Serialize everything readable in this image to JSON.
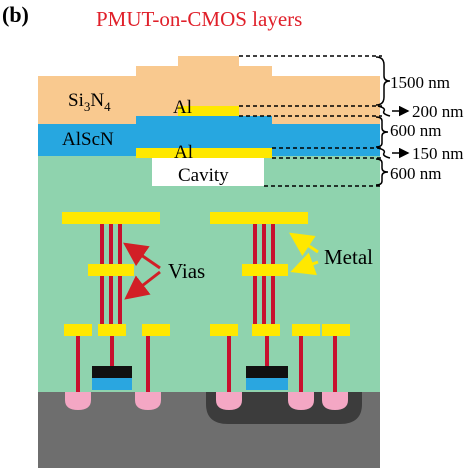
{
  "panel_label": "(b)",
  "title": "PMUT-on-CMOS layers",
  "layers": {
    "si3n4": {
      "main": "Si",
      "sub1": "3",
      "mid": "N",
      "sub2": "4"
    },
    "al_top": "Al",
    "alscn": "AlScN",
    "al_bottom": "Al",
    "cavity": "Cavity"
  },
  "dimensions": {
    "d1": "1500 nm",
    "d2": "200 nm",
    "d3": "600 nm",
    "d4": "150 nm",
    "d5": "600 nm"
  },
  "callouts": {
    "vias": "Vias",
    "metal": "Metal"
  },
  "colors": {
    "title": "#e0202a",
    "si3n4": "#f9c98f",
    "al": "#ffe800",
    "alscn": "#27a7e0",
    "cmos_oxide": "#8fd3ae",
    "cavity": "#ffffff",
    "via": "#c8102e",
    "metal": "#ffe800",
    "substrate": "#6e6e6e",
    "well": "#3c3c3c",
    "diffusion": "#f4a7c4",
    "gate": "#111111",
    "gate_oxide": "#2aa6e0",
    "arrow_vias": "#d21f26",
    "arrow_metal": "#ffe800"
  }
}
